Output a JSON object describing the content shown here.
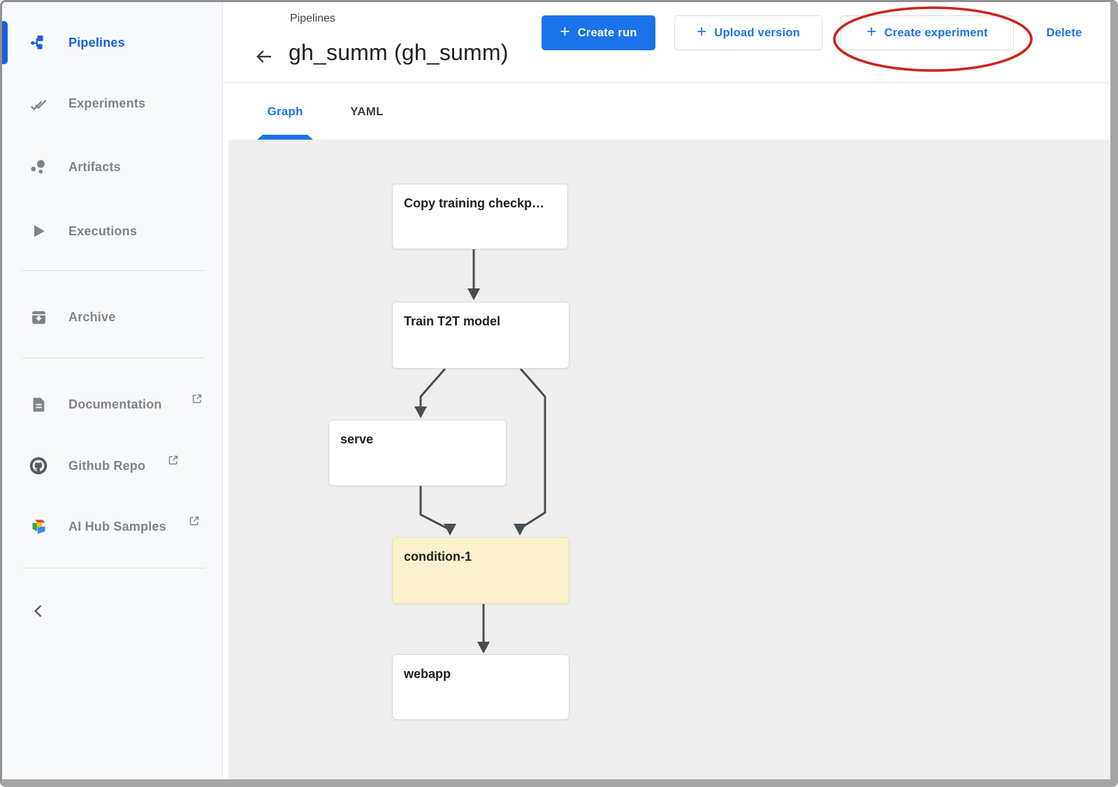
{
  "colors": {
    "accent_blue": "#1a73e8",
    "sidebar_active_blue": "#1c5fdd",
    "annotation_red": "#c9261a",
    "condition_node_fill": "#faf1cd",
    "node_border": "#d8d8d8",
    "edge_color": "#474e54",
    "graph_background": "#efefef",
    "sidebar_background": "#f8f9fa"
  },
  "sidebar": {
    "items": [
      {
        "label": "Pipelines",
        "icon": "pipelines-icon",
        "active": true,
        "external": false
      },
      {
        "label": "Experiments",
        "icon": "experiments-icon",
        "active": false,
        "external": false
      },
      {
        "label": "Artifacts",
        "icon": "artifacts-icon",
        "active": false,
        "external": false
      },
      {
        "label": "Executions",
        "icon": "executions-icon",
        "active": false,
        "external": false
      },
      {
        "label": "Archive",
        "icon": "archive-icon",
        "active": false,
        "external": false
      },
      {
        "label": "Documentation",
        "icon": "document-icon",
        "active": false,
        "external": true
      },
      {
        "label": "Github Repo",
        "icon": "github-icon",
        "active": false,
        "external": true
      },
      {
        "label": "AI Hub Samples",
        "icon": "aihub-icon",
        "active": false,
        "external": true
      }
    ]
  },
  "header": {
    "breadcrumb": "Pipelines",
    "title": "gh_summ (gh_summ)",
    "actions": {
      "create_run": "Create run",
      "upload_version": "Upload version",
      "create_experiment": "Create experiment",
      "delete": "Delete"
    }
  },
  "tabs": [
    {
      "label": "Graph",
      "active": true
    },
    {
      "label": "YAML",
      "active": false
    }
  ],
  "graph": {
    "nodes": [
      {
        "label": "Copy training checkp…",
        "type": "step"
      },
      {
        "label": "Train T2T model",
        "type": "step"
      },
      {
        "label": "serve",
        "type": "step"
      },
      {
        "label": "condition-1",
        "type": "condition"
      },
      {
        "label": "webapp",
        "type": "step"
      }
    ],
    "edges": [
      {
        "from": "Copy training checkp…",
        "to": "Train T2T model"
      },
      {
        "from": "Train T2T model",
        "to": "serve"
      },
      {
        "from": "Train T2T model",
        "to": "condition-1"
      },
      {
        "from": "serve",
        "to": "condition-1"
      },
      {
        "from": "condition-1",
        "to": "webapp"
      }
    ]
  },
  "annotation": {
    "type": "ellipse",
    "target": "Create experiment button",
    "color": "#c9261a"
  }
}
